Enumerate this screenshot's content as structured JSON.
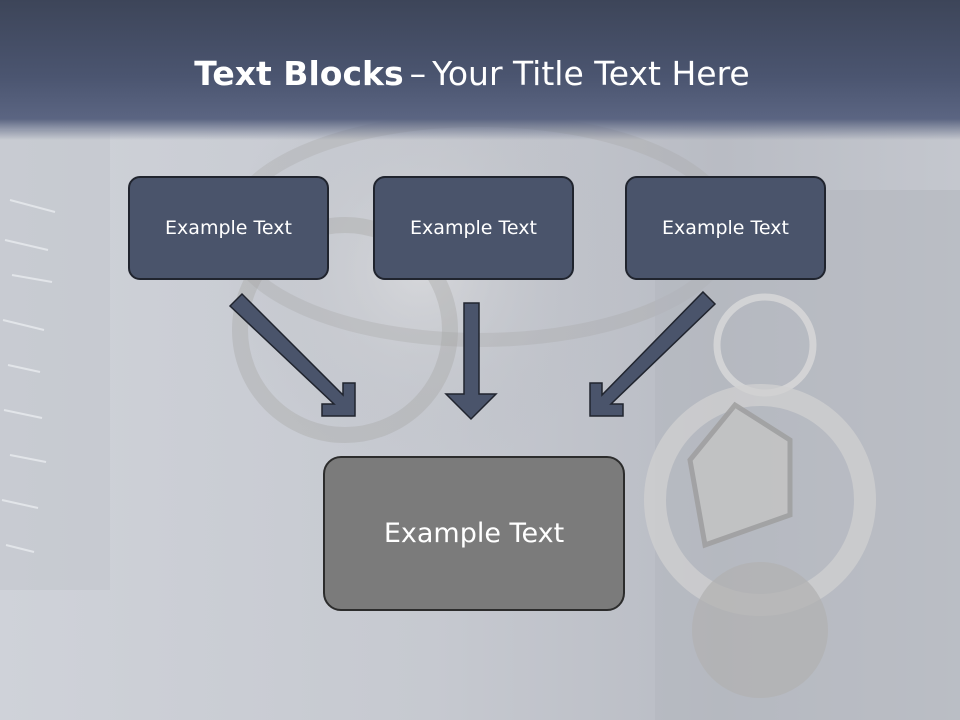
{
  "slide": {
    "title_bold": "Text Blocks",
    "title_separator": "–",
    "title_rest": "Your Title Text Here",
    "boxes": [
      {
        "label": "Example Text"
      },
      {
        "label": "Example Text"
      },
      {
        "label": "Example Text"
      }
    ],
    "main_box": {
      "label": "Example Text"
    }
  },
  "colors": {
    "header": "#4b5570",
    "box_fill": "#4a546b",
    "main_box_fill": "#7b7b7b",
    "arrow_fill": "#4a546b",
    "text": "#ffffff"
  }
}
